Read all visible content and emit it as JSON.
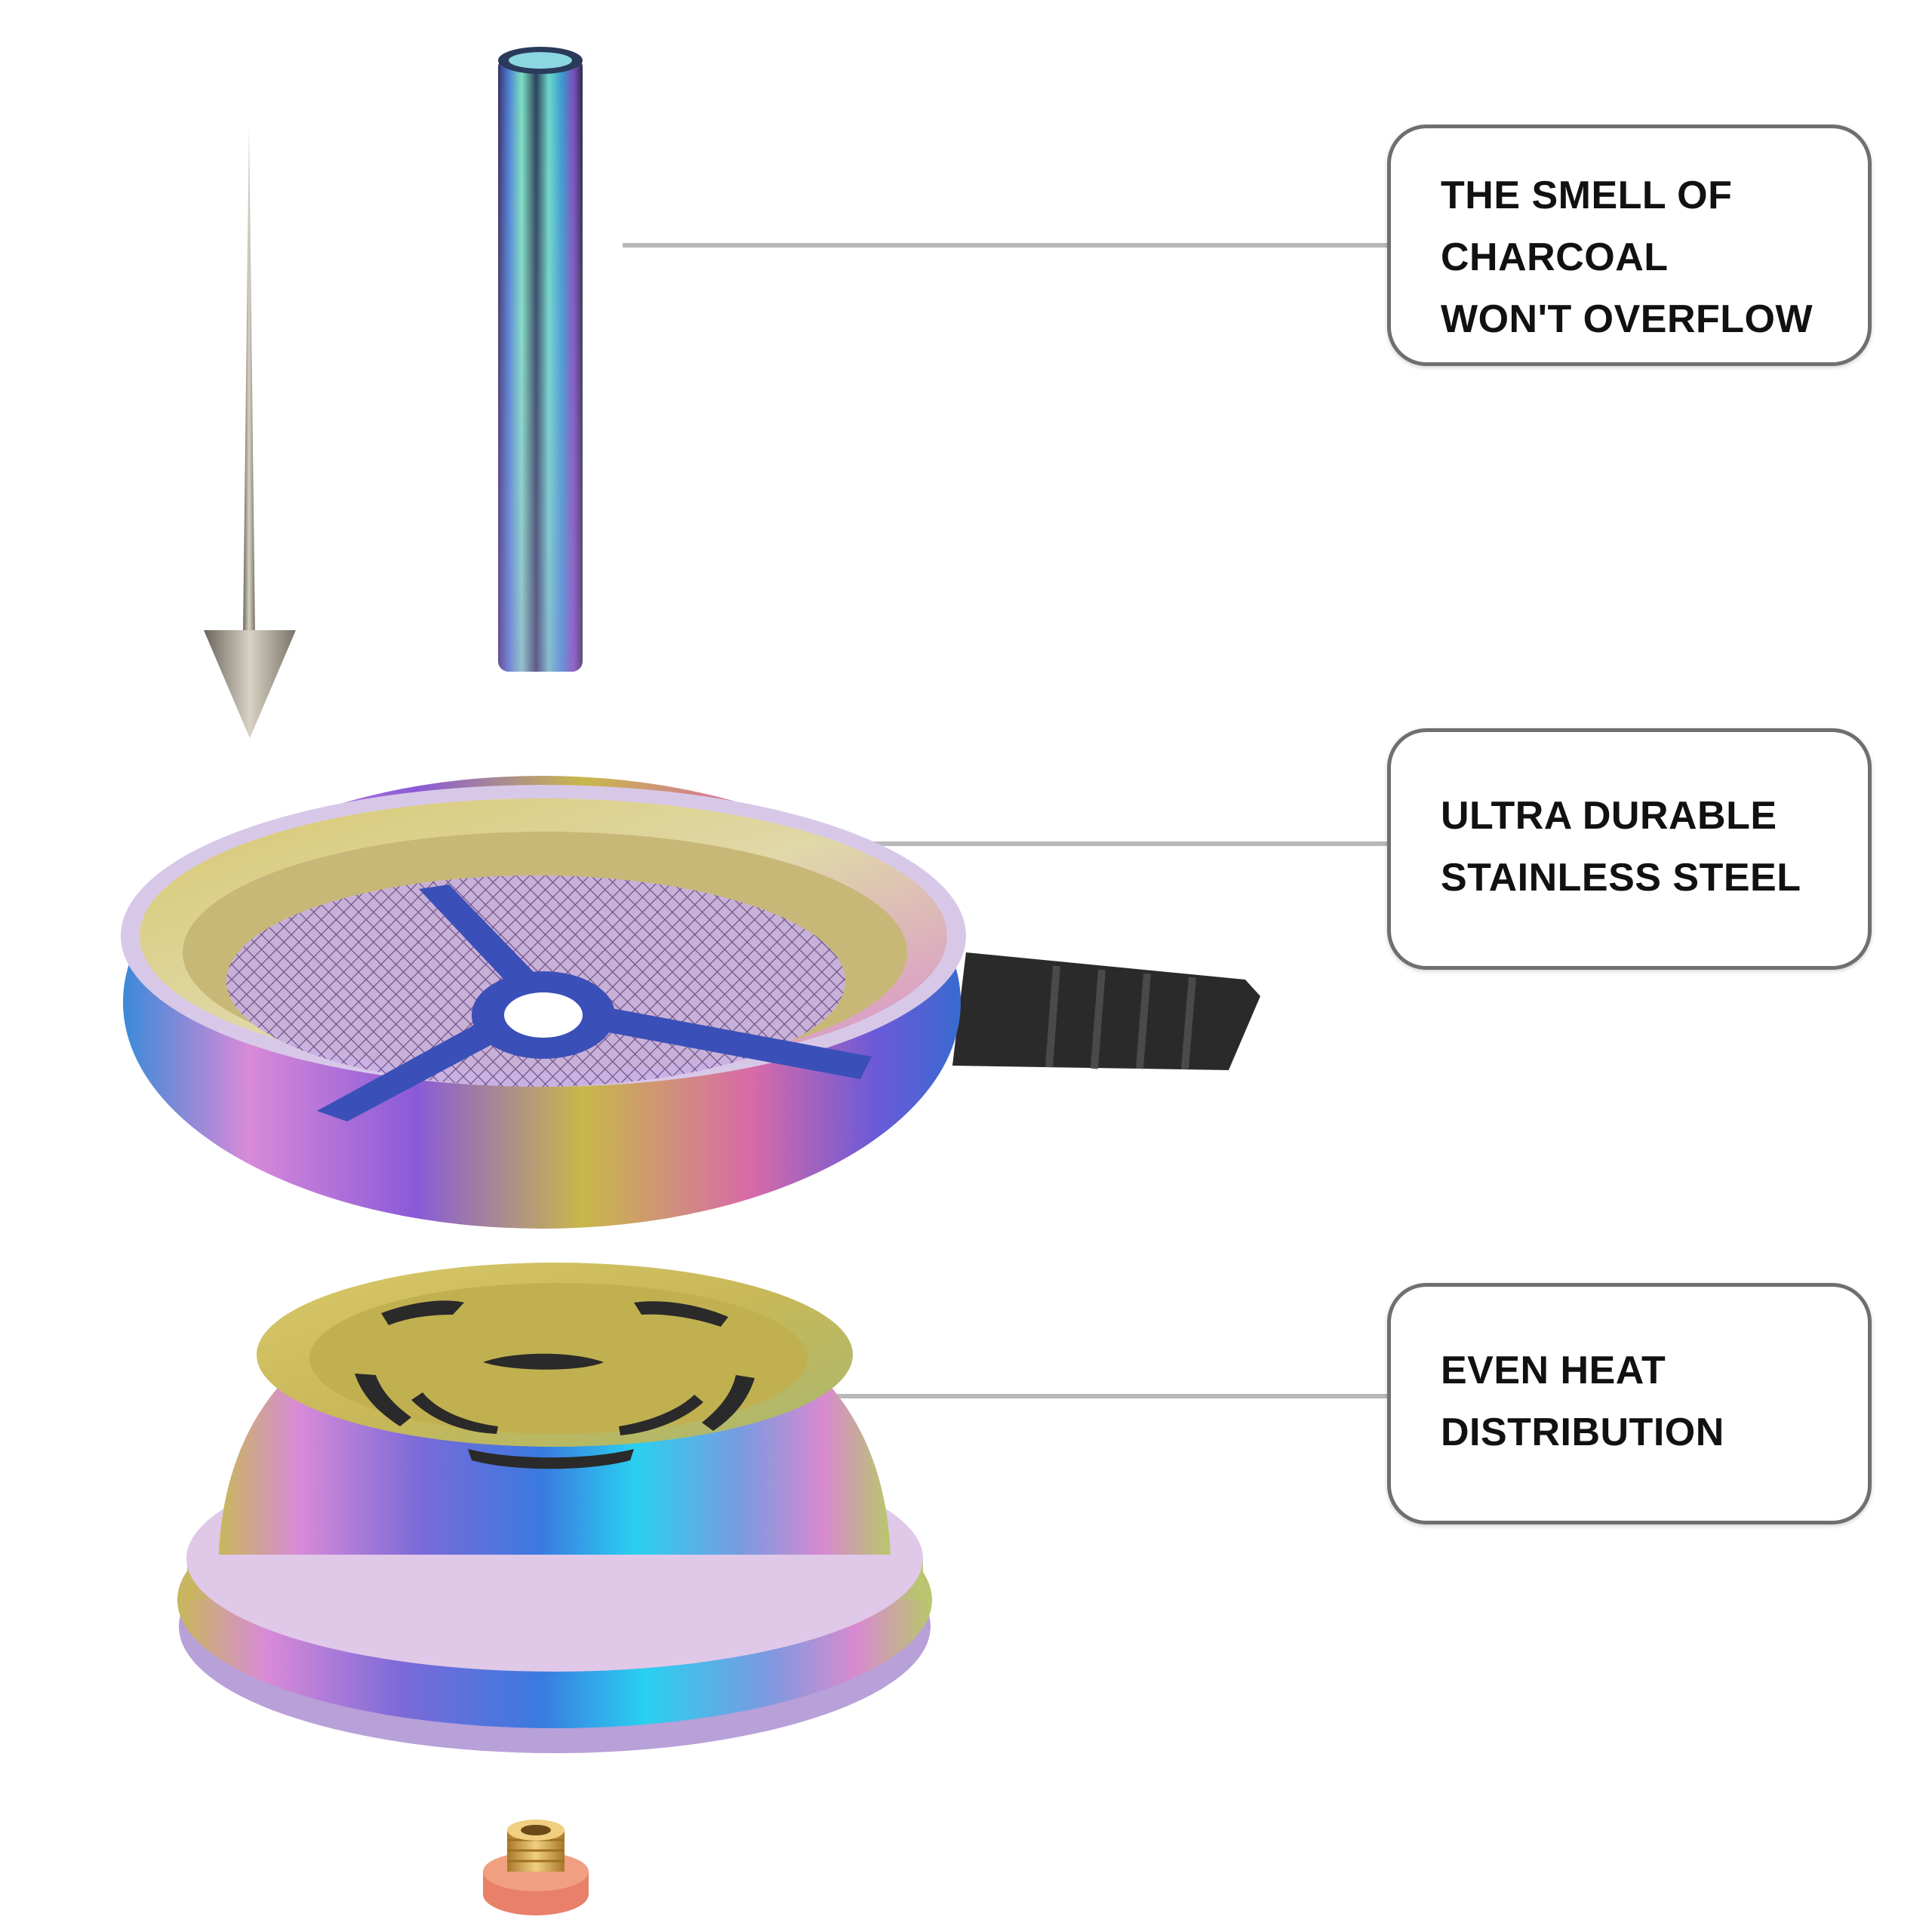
{
  "callouts": {
    "top": "THE SMELL OF\nCHARCOAL\nWON'T OVERFLOW",
    "middle": "ULTRA DURABLE\nSTAINLESS STEEL",
    "bottom": "EVEN HEAT\nDISTRIBUTION"
  },
  "colors": {
    "rainbow": [
      "#c8b84a",
      "#d48ad0",
      "#8a5ad8",
      "#3a7ae0",
      "#2ad0e8",
      "#9ad89a"
    ],
    "leader_line": "#b8b8b8",
    "callout_border": "#6f6f6f",
    "arrow": "#8c8578",
    "brass": "#d8a84a",
    "copper": "#e8806a"
  }
}
